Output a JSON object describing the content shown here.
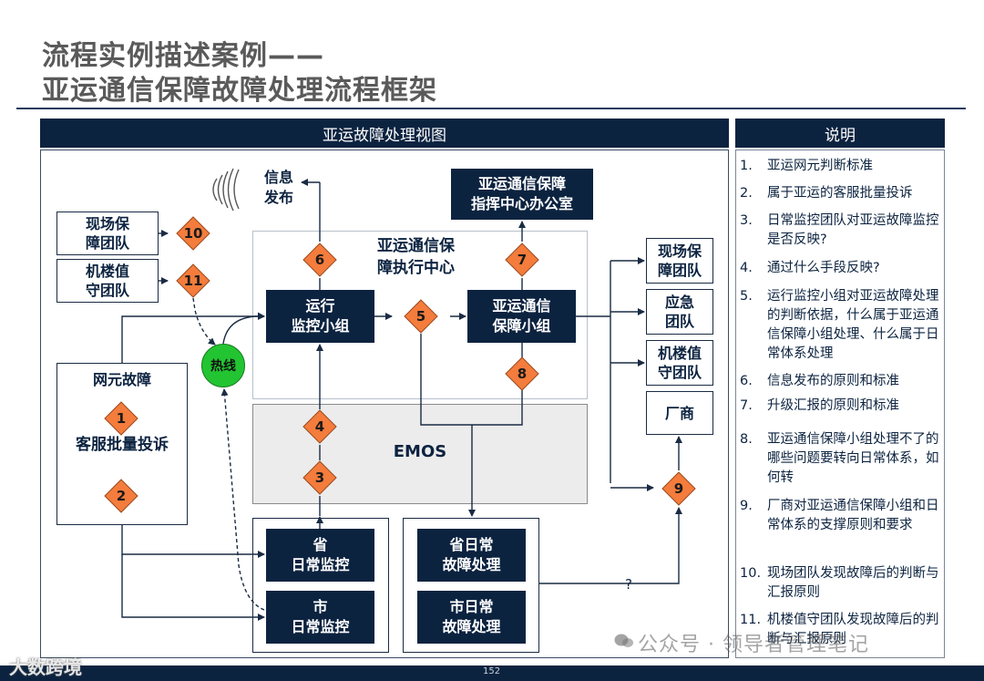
{
  "header": {
    "title_line1": "流程实例描述案例——",
    "title_line2": "亚运通信保障故障处理流程框架"
  },
  "view_bar": "亚运故障处理视图",
  "note_bar": "说明",
  "diagram": {
    "info_release": [
      "信息",
      "发布"
    ],
    "command_office": [
      "亚运通信保障",
      "指挥中心办公室"
    ],
    "ops_center": [
      "亚运通信保",
      "障执行中心"
    ],
    "onsite_team_left": [
      "现场保",
      "障团队"
    ],
    "machine_room_left": [
      "机楼值",
      "守团队"
    ],
    "monitor_group": [
      "运行",
      "监控小组"
    ],
    "guarantee_group": [
      "亚运通信",
      "保障小组"
    ],
    "ne_fault": "网元故障",
    "customer_complaint": "客服批量投诉",
    "hotline": "热线",
    "emos": "EMOS",
    "prov_monitor": [
      "省",
      "日常监控"
    ],
    "city_monitor": [
      "市",
      "日常监控"
    ],
    "prov_fault": [
      "省日常",
      "故障处理"
    ],
    "city_fault": [
      "市日常",
      "故障处理"
    ],
    "onsite_team_right": [
      "现场保",
      "障团队"
    ],
    "emergency_team": [
      "应急",
      "团队"
    ],
    "machine_room_right": [
      "机楼值",
      "守团队"
    ],
    "vendor": "厂商",
    "question_mark": "?",
    "diamonds": [
      "1",
      "2",
      "3",
      "4",
      "5",
      "6",
      "7",
      "8",
      "9",
      "10",
      "11"
    ]
  },
  "notes": [
    {
      "n": "1.",
      "t": "亚运网元判断标准"
    },
    {
      "n": "2.",
      "t": "属于亚运的客服批量投诉"
    },
    {
      "n": "3.",
      "t": "日常监控团队对亚运故障监控是否反映?"
    },
    {
      "n": "4.",
      "t": "通过什么手段反映?"
    },
    {
      "n": "5.",
      "t": "运行监控小组对亚运故障处理的判断依据，什么属于亚运通信保障小组处理、什么属于日常体系处理"
    },
    {
      "n": "6.",
      "t": "信息发布的原则和标准"
    },
    {
      "n": "7.",
      "t": "升级汇报的原则和标准"
    },
    {
      "n": "8.",
      "t": "亚运通信保障小组处理不了的哪些问题要转向日常体系，如何转"
    },
    {
      "n": "9.",
      "t": "厂商对亚运通信保障小组和日常体系的支撑原则和要求"
    },
    {
      "n": "10.",
      "t": "现场团队发现故障后的判断与汇报原则"
    },
    {
      "n": "11.",
      "t": "机楼值守团队发现故障后的判断与汇报原则"
    }
  ],
  "footer": {
    "page_number": "152",
    "watermark_left": "大数跨境",
    "watermark_right": "公众号 · 领导者管理笔记"
  },
  "colors": {
    "navy": "#0c2340",
    "diamond_fill": "#f47c3c",
    "hotline_green": "#22c531",
    "emos_gray": "#ececec"
  }
}
